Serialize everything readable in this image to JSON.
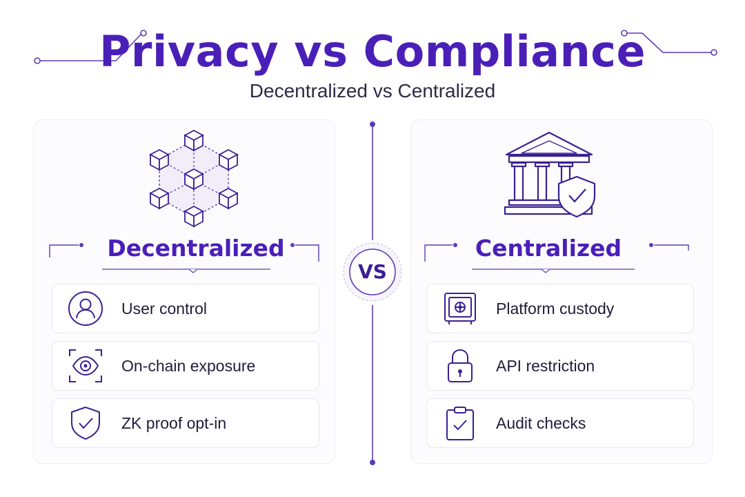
{
  "title": "Privacy vs Compliance",
  "subtitle": "Decentralized vs Centralized",
  "vs_label": "VS",
  "colors": {
    "accent": "#4a1fb8",
    "line": "#5b3bb5",
    "text": "#1f1d3a"
  },
  "left": {
    "heading": "Decentralized",
    "hero_icon": "blockchain-network-icon",
    "items": [
      {
        "label": "User control",
        "icon": "user-icon"
      },
      {
        "label": "On-chain exposure",
        "icon": "eye-scan-icon"
      },
      {
        "label": "ZK proof opt-in",
        "icon": "shield-check-icon"
      }
    ]
  },
  "right": {
    "heading": "Centralized",
    "hero_icon": "bank-shield-icon",
    "items": [
      {
        "label": "Platform custody",
        "icon": "safe-icon"
      },
      {
        "label": "API restriction",
        "icon": "padlock-icon"
      },
      {
        "label": "Audit checks",
        "icon": "clipboard-check-icon"
      }
    ]
  }
}
